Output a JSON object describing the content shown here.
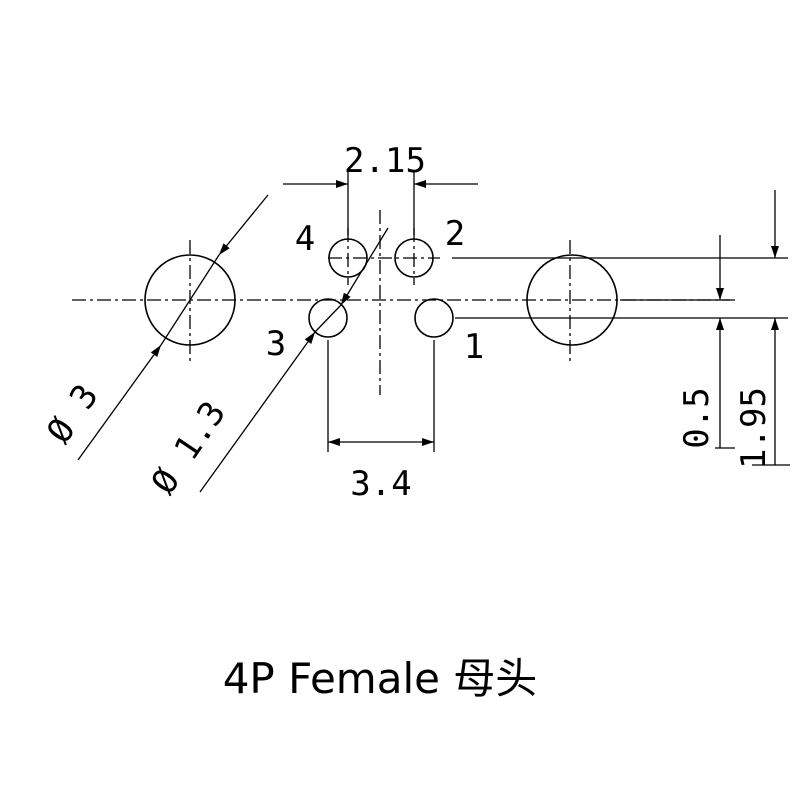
{
  "pins": [
    "1",
    "2",
    "3",
    "4"
  ],
  "dimensions": {
    "pitch_top": "2.15",
    "pitch_bottom": "3.4",
    "hole_large": "Ø 3",
    "hole_small": "Ø 1.3",
    "offset_small": "0.5",
    "offset_large": "1.95"
  },
  "caption": "4P Female 母头",
  "colors": {
    "line": "#000000",
    "background": "#ffffff"
  }
}
